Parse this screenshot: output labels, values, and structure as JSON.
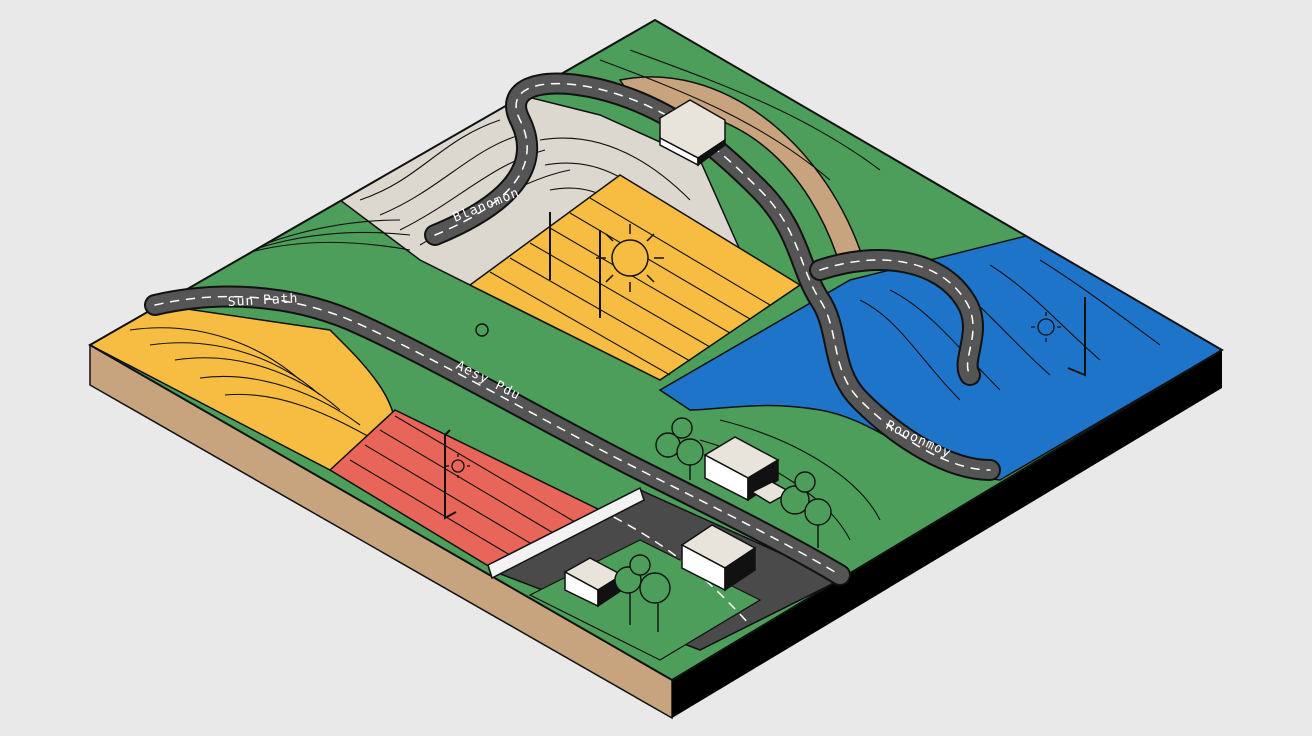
{
  "map": {
    "road_labels": {
      "west_road": "Sun Path",
      "central_road": "Aesy Pdu",
      "north_road": "Blanomon",
      "river_road": "Rooonmoy"
    },
    "colors": {
      "background": "#e9e9e9",
      "green": "#4e9e5b",
      "yellow": "#f6bd42",
      "red": "#e8655a",
      "blue": "#1e74c8",
      "stone": "#ddd8cf",
      "soil": "#c8a47e",
      "road": "#555555",
      "side": "#000000"
    },
    "icons": [
      "sun-icon",
      "house-icon",
      "tree-icon",
      "shadow-pole-icon"
    ]
  }
}
